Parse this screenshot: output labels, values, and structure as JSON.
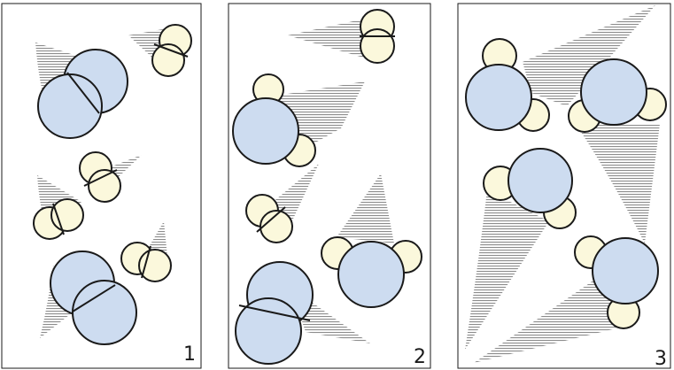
{
  "colors": {
    "large_atom": "#cddcf0",
    "small_atom": "#fbf8dc",
    "outline": "#1a1a1a",
    "trail_dark": "#3c3c3c",
    "trail_light": "#bdbdbd",
    "frame": "#1a1a1a"
  },
  "panels": [
    {
      "label": "1"
    },
    {
      "label": "2"
    },
    {
      "label": "3"
    }
  ]
}
